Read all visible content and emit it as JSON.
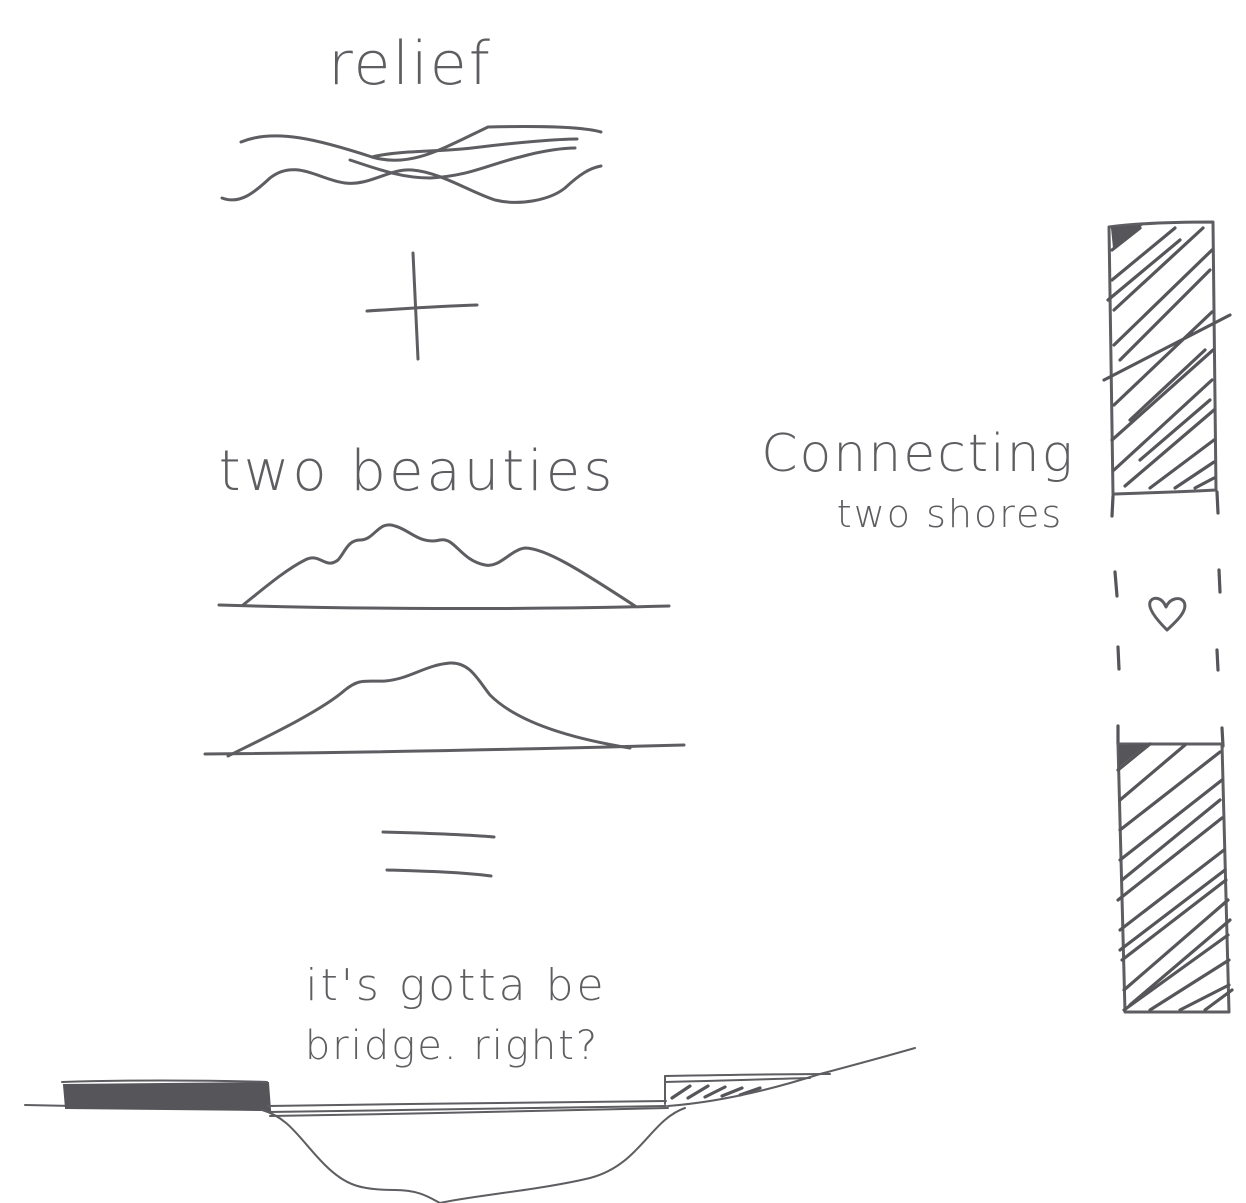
{
  "labels": {
    "relief": "relief",
    "two_beauties": "two beauties",
    "connecting_line1": "Connecting",
    "connecting_line2": "two shores",
    "question_line1": "it's gotta be",
    "question_line2": "bridge. right?"
  },
  "symbols": {
    "plus": "plus-sign",
    "equals": "equals-sign",
    "heart": "heart-icon"
  },
  "colors": {
    "ink": "#5e5e62",
    "background": "#ffffff"
  }
}
